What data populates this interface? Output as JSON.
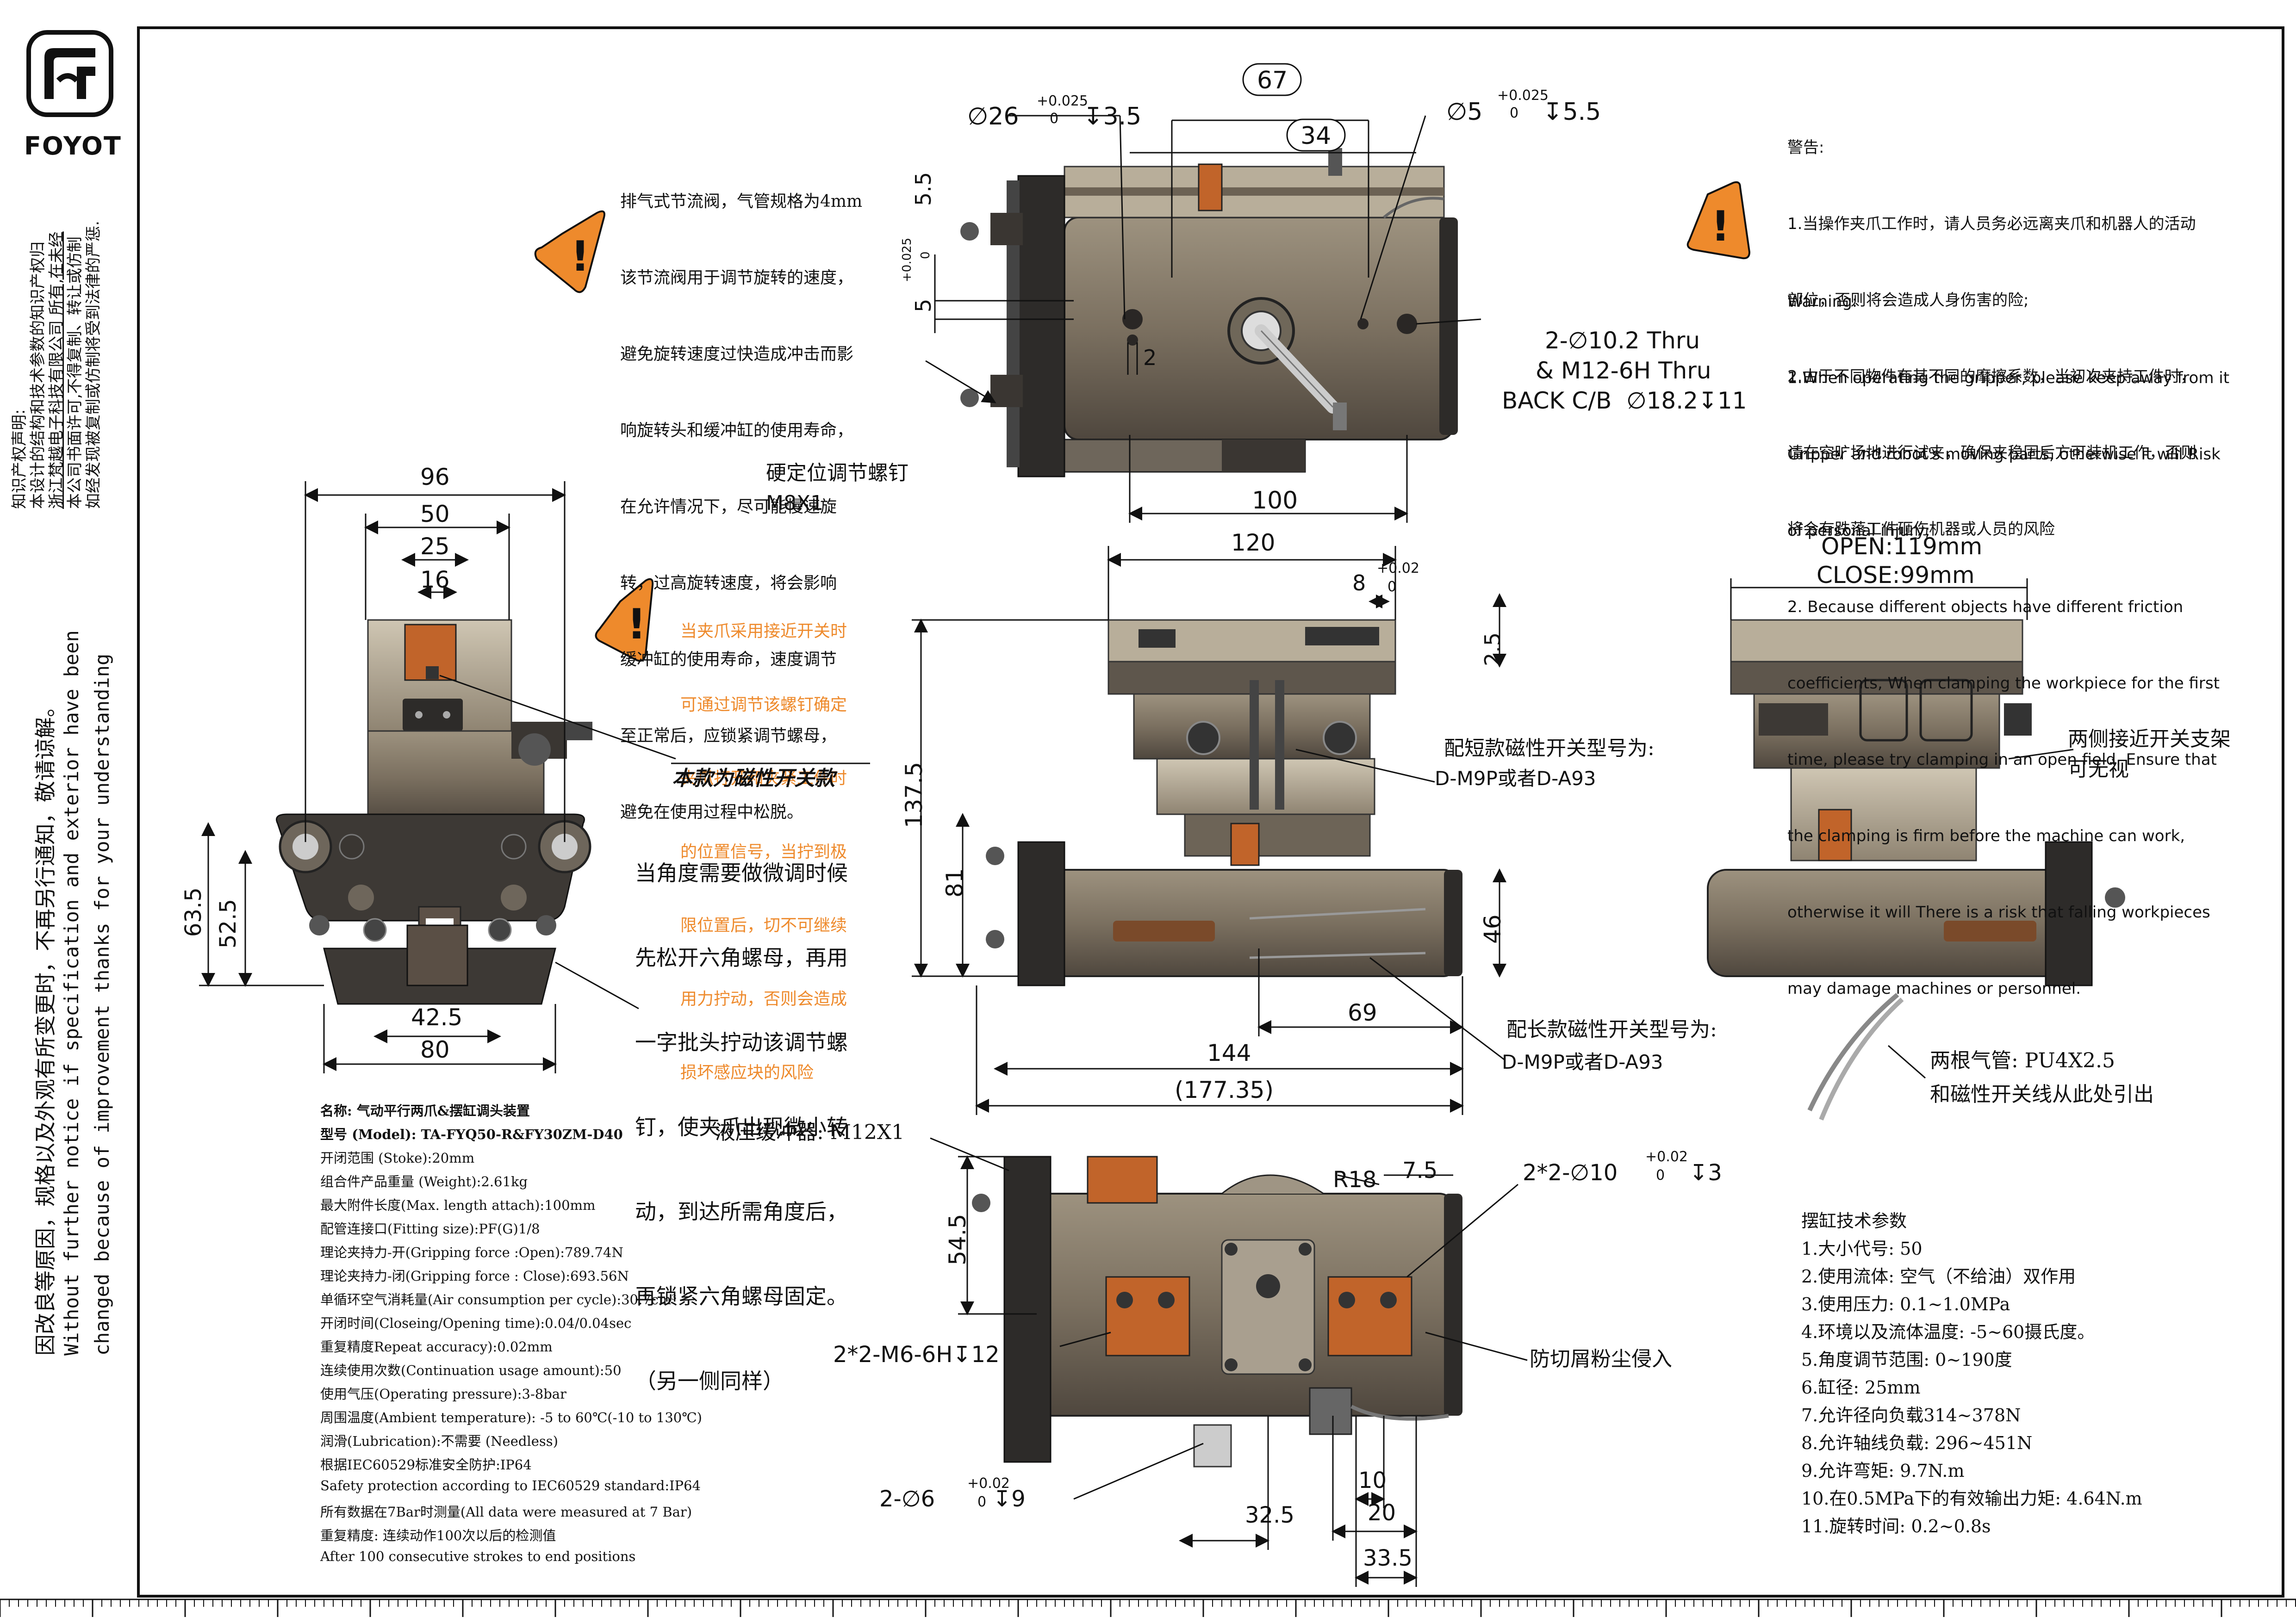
{
  "brand": {
    "name": "FOYOT"
  },
  "left_margin": {
    "ip_title": "知识产权声明:",
    "ip_lines": [
      "本设计的结构和技术参数的知识产权归",
      "浙江梵越电子科技有限公司 所有,在未经",
      "本公司书面许可,不得复制、转让或仿制",
      "如经发现被复制或仿制将受到法律的严惩."
    ],
    "notice_zh": "因改良等原因，规格以及外观有所变更时，不再另行通知，敬请谅解。",
    "notice_en_1": "Without further  notice if specification and exterior have been",
    "notice_en_2": "changed because of improvement thanks for your understanding"
  },
  "warning": {
    "title_zh": "警告:",
    "zh_lines": [
      "1.当操作夹爪工作时，请人员务必远离夹爪和机器人的活动",
      "部位，否则将会造成人身伤害的险;",
      "2.由于不同物件有其不同的摩擦系数，当初次夹持工件时，",
      "请在空旷场地进行试夹，确保夹稳固后方可装机工作，否则",
      "将会有跌落工件砸伤机器或人员的风险"
    ],
    "title_en": "Warning:",
    "en_lines": [
      "1.When operating the gripper, please keep away from it",
      "Gripper and robot's moving parts, otherwise it will Risk",
      "of personal injury;",
      "2. Because different objects have different friction",
      "coefficients, When clamping the workpiece for the first",
      "time, please try clamping in an open field. Ensure that",
      "the clamping is firm before the machine can work,",
      "otherwise it will There is a risk that falling workpieces",
      "may damage machines or personnel."
    ]
  },
  "notes": {
    "exhaust_valve": [
      "排气式节流阀，气管规格为4mm",
      "该节流阀用于调节旋转的速度，",
      "避免旋转速度过快造成冲击而影",
      "响旋转头和缓冲缸的使用寿命，",
      "在允许情况下，尽可能慢速旋",
      "转，过高旋转速度，将会影响",
      "缓冲缸的使用寿命，速度调节",
      "至正常后，应锁紧调节螺母，",
      "避免在使用过程中松脱。"
    ],
    "proximity_orange": [
      "当夹爪采用接近开关时",
      "可通过调节该螺钉确定",
      "夹爪打开和夹紧工件时",
      "的位置信号，当拧到极",
      "限位置后，切不可继续",
      "用力拧动，否则会造成",
      "损坏感应块的风险"
    ],
    "magnetic_title": "本款为磁性开关款",
    "angle_adjust": [
      "当角度需要做微调时候",
      "先松开六角螺母，再用",
      "一字批头拧动该调节螺",
      "钉，使夹爪出现微小转",
      "动，到达所需角度后，",
      "再锁紧六角螺母固定。",
      "（另一侧同样）"
    ],
    "hard_stop_1": "硬定位调节螺钉",
    "hard_stop_2": "M8X1",
    "short_switch_1": "配短款磁性开关型号为:",
    "short_switch_2": "D-M9P或者D-A93",
    "long_switch_1": "配长款磁性开关型号为:",
    "long_switch_2": "D-M9P或者D-A93",
    "proximity_bracket_1": "两侧接近开关支架",
    "proximity_bracket_2": "可无视",
    "air_tubes_1": "两根气管: PU4X2.5",
    "air_tubes_2": "和磁性开关线从此处引出",
    "hydraulic_buffer": "液压缓冲器: M12X1",
    "chip_guard": "防切屑粉尘侵入",
    "open_stroke": "OPEN:119mm",
    "close_stroke": "CLOSE:99mm"
  },
  "dimensions": {
    "top_view": {
      "d67": "67",
      "d34": "34",
      "d100": "100",
      "d2": "2",
      "d5": "5",
      "d55": "5.5",
      "tol_pos": "+0.025",
      "tol_zero": "0",
      "bore26": "∅26",
      "bore26_depth": "↧3.5",
      "bore5": "∅5",
      "bore5_depth": "↧5.5",
      "thru_1": "2-∅10.2 Thru",
      "thru_2": "& M12-6H Thru",
      "thru_3": "BACK C/B  ∅18.2↧11"
    },
    "side_view": {
      "d96": "96",
      "d50": "50",
      "d25": "25",
      "d16": "16",
      "d635": "63.5",
      "d525": "52.5",
      "d425": "42.5",
      "d80": "80"
    },
    "front_view": {
      "d120": "120",
      "d8": "8",
      "tol_pos": "+0.02",
      "tol_zero": "0",
      "d25": "2.5",
      "d1375": "137.5",
      "d81": "81",
      "d46": "46",
      "d69": "69",
      "d144": "144",
      "d17735": "(177.35)"
    },
    "bottom_view": {
      "d545": "54.5",
      "r18": "R18",
      "d75": "7.5",
      "bore10": "2*2-∅10",
      "tol_pos": "+0.02",
      "tol_zero": "0",
      "bore10_depth": "↧3",
      "m6": "2*2-M6-6H↧12",
      "pin6": "2-∅6",
      "pin6_depth": "↧9",
      "d325": "32.5",
      "d10": "10",
      "d20": "20",
      "d335": "33.5"
    }
  },
  "specs": {
    "lines": [
      "名称: 气动平行两爪&摆缸调头装置",
      "型号 (Model): TA-FYQ50-R&FY30ZM-D40",
      "开闭范围 (Stoke):20mm",
      "组合件产品重量 (Weight):2.61kg",
      "最大附件长度(Max. length attach):100mm",
      "配管连接口(Fitting size):PF(G)1/8",
      "理论夹持力-开(Gripping force :Open):789.74N",
      "理论夹持力-闭(Gripping force : Close):693.56N",
      "单循环空气消耗量(Air consumption per cycle):30.7cm³",
      "开闭时间(Closeing/Opening time):0.04/0.04sec",
      "重复精度Repeat accuracy):0.02mm",
      "连续使用次数(Continuation usage amount):50",
      "使用气压(Operating pressure):3-8bar",
      "周围温度(Ambient temperature): -5 to 60℃(-10 to 130℃)",
      "润滑(Lubrication):不需要 (Needless)",
      "根据IEC60529标准安全防护:IP64",
      "Safety protection according to IEC60529 standard:IP64",
      "所有数据在7Bar时测量(All data were measured at 7 Bar)",
      "重复精度: 连续动作100次以后的检测值",
      "After 100 consecutive strokes to end positions"
    ]
  },
  "swing_cylinder": {
    "title": "摆缸技术参数",
    "lines": [
      "1.大小代号: 50",
      "2.使用流体: 空气（不给油）双作用",
      "3.使用压力: 0.1~1.0MPa",
      "4.环境以及流体温度: -5~60摄氏度。",
      "5.角度调节范围: 0~190度",
      "6.缸径: 25mm",
      "7.允许径向负载314~378N",
      "8.允许轴线负载: 296~451N",
      "9.允许弯矩: 9.7N.m",
      "10.在0.5MPa下的有效输出力矩: 4.64N.m",
      "11.旋转时间: 0.2~0.8s"
    ]
  },
  "colors": {
    "body_dark": "#5e564c",
    "body_mid": "#857a6b",
    "body_light": "#b3a995",
    "plate_black": "#2c2a28",
    "copper": "#c1642a",
    "warning_orange": "#ee8a2c",
    "label_plate": "#7a4a2a"
  }
}
